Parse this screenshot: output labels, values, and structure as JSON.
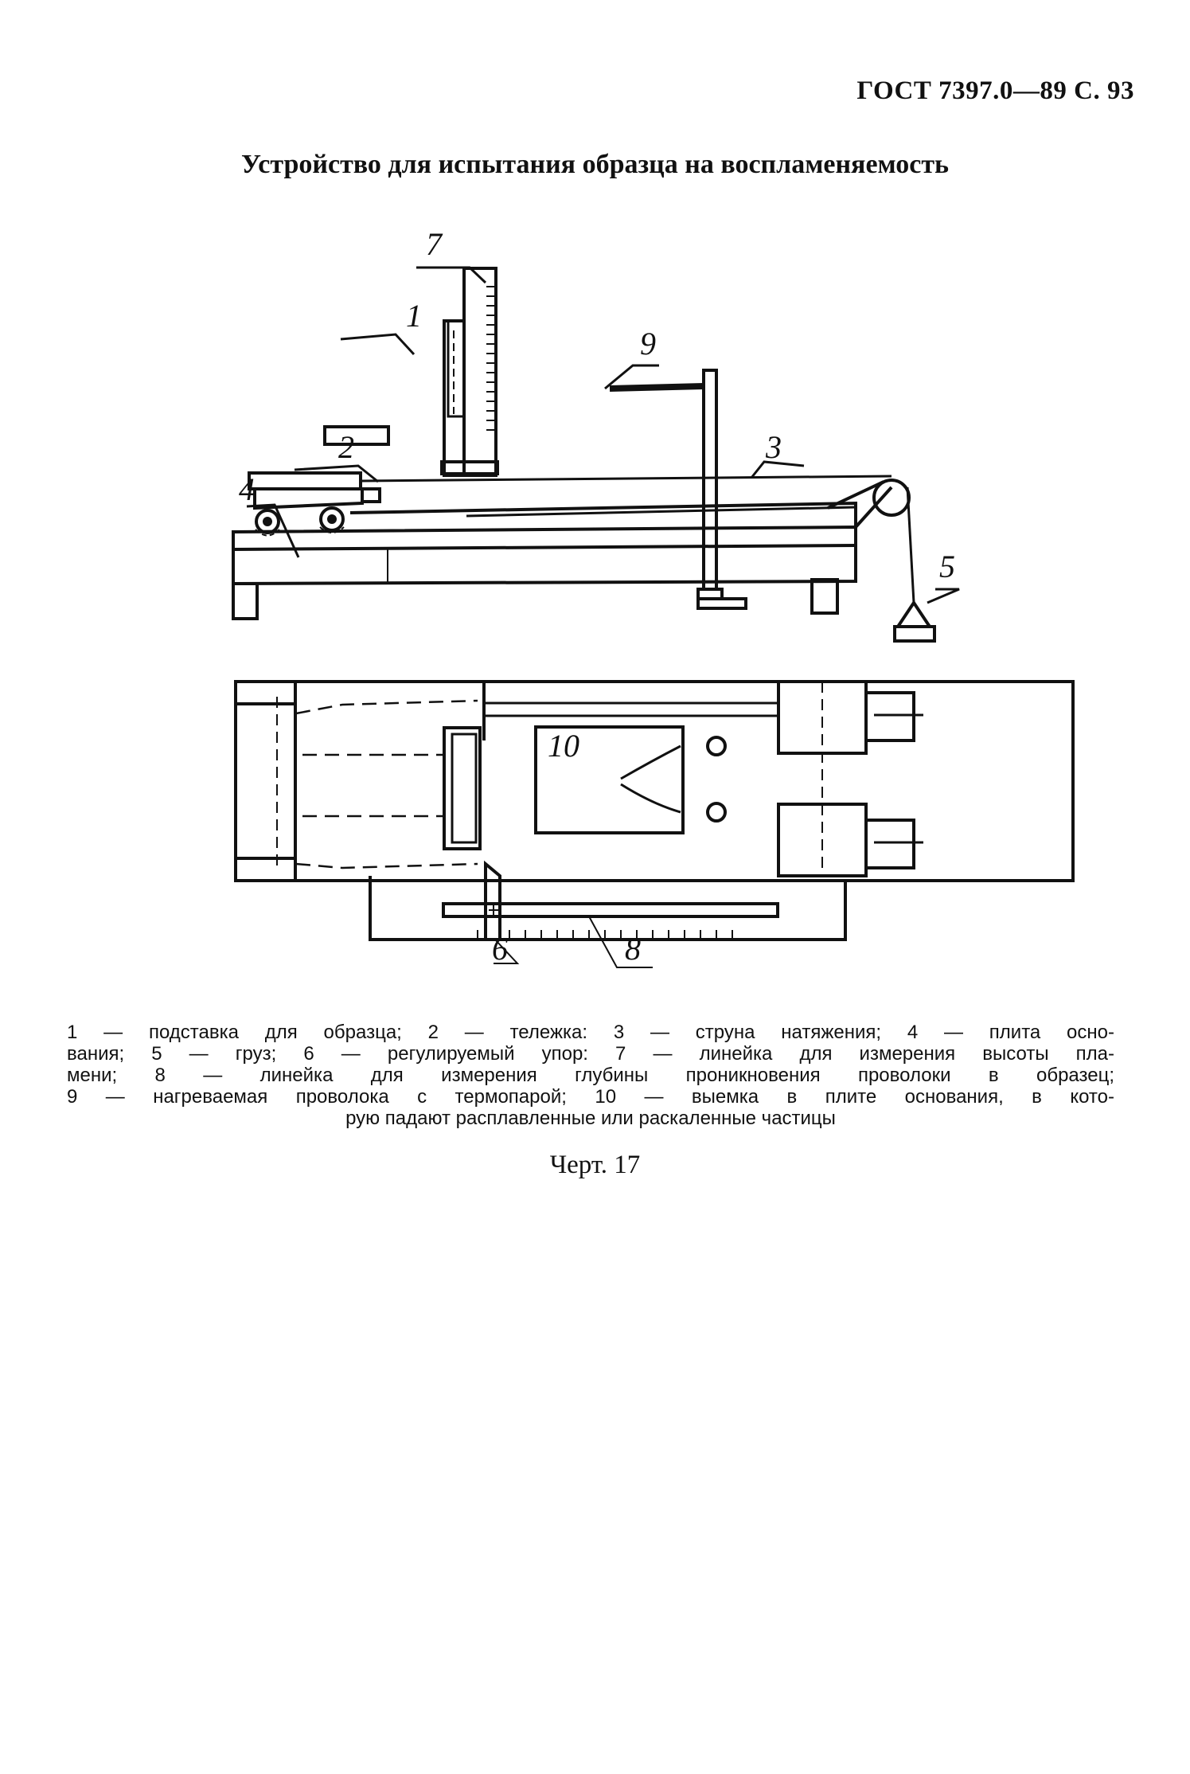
{
  "header": {
    "standard": "ГОСТ 7397.0—89",
    "page": "С. 93"
  },
  "title": "Устройство для испытания образца на воспламеняемость",
  "drawing": {
    "side_view_labels": [
      "7",
      "1",
      "9",
      "2",
      "3",
      "4",
      "5"
    ],
    "plan_view_labels": [
      "10",
      "6",
      "8"
    ]
  },
  "legend": {
    "lines": [
      "1 — подставка для образца; 2 — тележка: 3 — струна натяжения; 4 — плита осно-",
      "вания; 5 — груз; 6 — регулируемый упор: 7 — линейка для измерения высоты пла-",
      "мени; 8 — линейка для измерения глубины проникновения проволоки в образец;",
      "9 — нагреваемая проволока с термопарой; 10 — выемка в плите основания, в кото-",
      "рую падают расплавленные или раскаленные частицы"
    ],
    "items": [
      {
        "num": "1",
        "text": "подставка для образца"
      },
      {
        "num": "2",
        "text": "тележка"
      },
      {
        "num": "3",
        "text": "струна натяжения"
      },
      {
        "num": "4",
        "text": "плита основания"
      },
      {
        "num": "5",
        "text": "груз"
      },
      {
        "num": "6",
        "text": "регулируемый упор"
      },
      {
        "num": "7",
        "text": "линейка для измерения высоты пламени"
      },
      {
        "num": "8",
        "text": "линейка для измерения глубины проникновения проволоки в образец"
      },
      {
        "num": "9",
        "text": "нагреваемая проволока с термопарой"
      },
      {
        "num": "10",
        "text": "выемка в плите основания, в которую падают расплавленные или раскаленные частицы"
      }
    ]
  },
  "caption": "Черт. 17"
}
